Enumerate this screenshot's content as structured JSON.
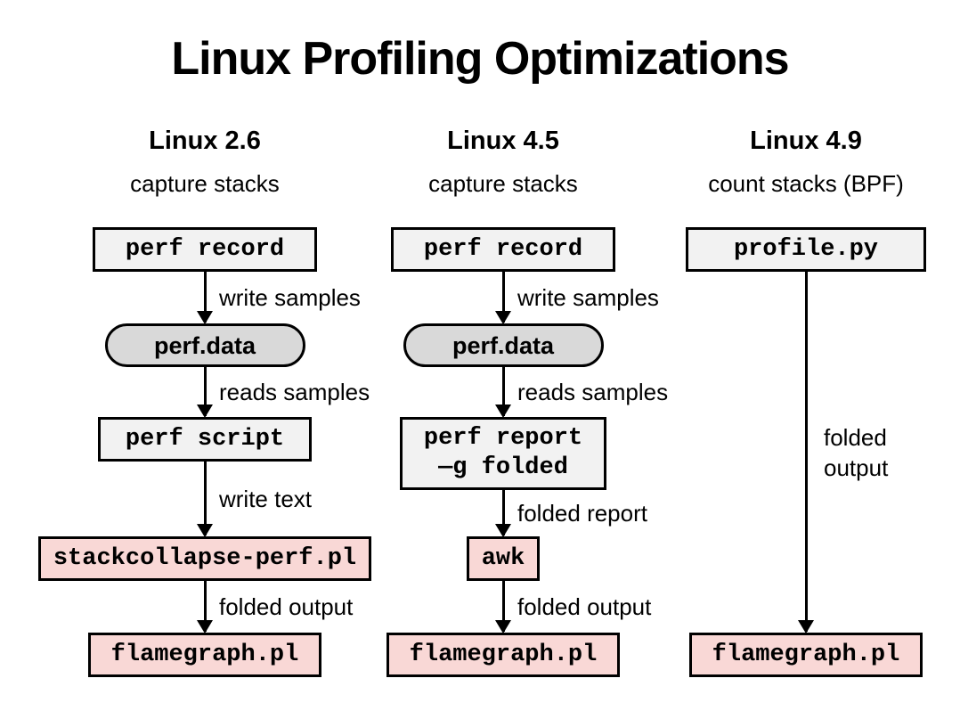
{
  "title": "Linux Profiling Optimizations",
  "colors": {
    "background": "#ffffff",
    "box_gray_fill": "#f2f2f2",
    "pill_gray_fill": "#d9d9d9",
    "box_pink_fill": "#f9d8d6",
    "border": "#000000",
    "text": "#000000"
  },
  "columns": [
    {
      "header": "Linux 2.6",
      "caption": "capture stacks",
      "nodes": {
        "perf_record": "perf record",
        "perf_data": "perf.data",
        "perf_script": "perf script",
        "stackcollapse": "stackcollapse-perf.pl",
        "flamegraph": "flamegraph.pl"
      },
      "labels": {
        "write_samples": "write samples",
        "reads_samples": "reads samples",
        "write_text": "write text",
        "folded_output": "folded output"
      }
    },
    {
      "header": "Linux 4.5",
      "caption": "capture stacks",
      "nodes": {
        "perf_record": "perf record",
        "perf_data": "perf.data",
        "perf_report_line1": "perf report",
        "perf_report_line2": "—g folded",
        "awk": "awk",
        "flamegraph": "flamegraph.pl"
      },
      "labels": {
        "write_samples": "write samples",
        "reads_samples": "reads samples",
        "folded_report": "folded report",
        "folded_output": "folded output"
      }
    },
    {
      "header": "Linux 4.9",
      "caption": "count stacks (BPF)",
      "nodes": {
        "profile_py": "profile.py",
        "flamegraph": "flamegraph.pl"
      },
      "labels": {
        "folded_output": "folded output"
      }
    }
  ]
}
